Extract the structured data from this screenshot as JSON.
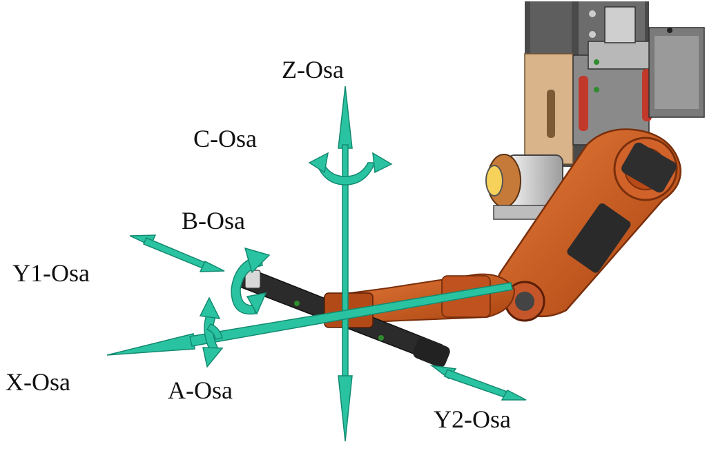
{
  "colors": {
    "axis": "#2ac3a2",
    "axis_stroke": "#138a70",
    "robot_orange": "#c8551f",
    "robot_orange_dark": "#8a3410",
    "frame_dark": "#3a3a3a",
    "tan_plate": "#d9b48a",
    "label_text": "#111111"
  },
  "labels": {
    "z_axis": "Z-Osa",
    "c_axis": "C-Osa",
    "b_axis": "B-Osa",
    "y1_axis": "Y1-Osa",
    "x_axis": "X-Osa",
    "a_axis": "A-Osa",
    "y2_axis": "Y2-Osa"
  }
}
